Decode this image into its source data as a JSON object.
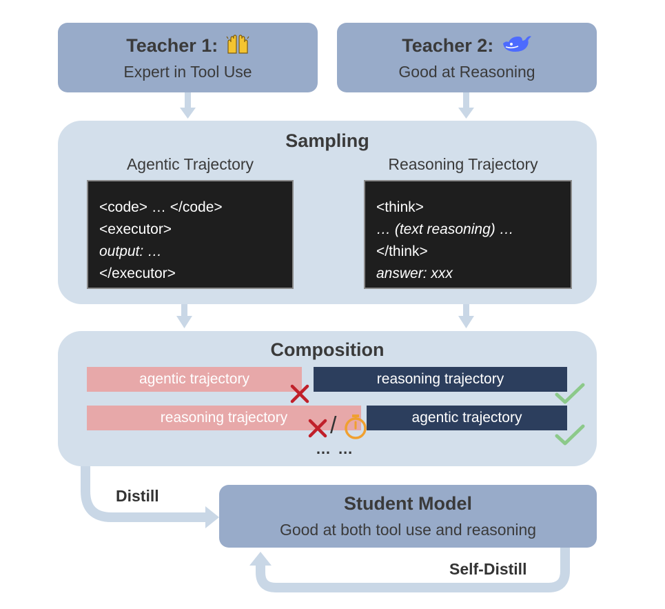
{
  "teacher1": {
    "title": "Teacher 1:",
    "subtitle": "Expert in Tool Use"
  },
  "teacher2": {
    "title": "Teacher 2:",
    "subtitle": "Good at Reasoning"
  },
  "sampling": {
    "title": "Sampling",
    "agentic_label": "Agentic Trajectory",
    "reasoning_label": "Reasoning Trajectory",
    "agentic_code": [
      "<code> … </code>",
      "<executor>",
      "output: …",
      "</executor>"
    ],
    "reasoning_code": [
      "<think>",
      "… (text reasoning) …",
      "</think>",
      "answer: xxx"
    ]
  },
  "composition": {
    "title": "Composition",
    "row1": {
      "left": "agentic trajectory",
      "right": "reasoning trajectory"
    },
    "row2": {
      "left": "reasoning trajectory",
      "right": "agentic trajectory"
    },
    "separator": "/",
    "ellipsis": "… …"
  },
  "student": {
    "title": "Student Model",
    "subtitle": "Good at both tool use and reasoning"
  },
  "labels": {
    "distill": "Distill",
    "self_distill": "Self-Distill"
  },
  "colors": {
    "teacher_box": "#98abc9",
    "panel": "#d3dfeb",
    "arrow": "#c9d7e6",
    "pink": "#e7a8a9",
    "navy": "#2c3e5d",
    "cross": "#c0202a",
    "check": "#8cc98a",
    "timer": "#f0a030"
  },
  "icons": {
    "teacher1": "raised-hands-icon",
    "teacher2": "whale-icon"
  }
}
